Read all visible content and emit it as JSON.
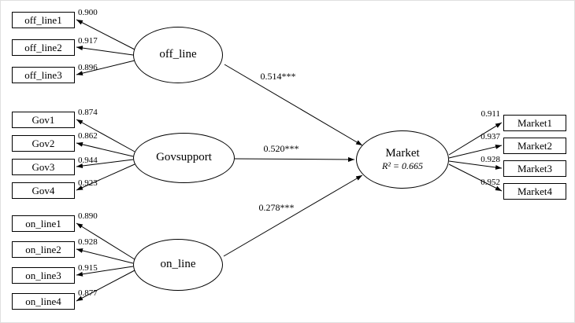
{
  "groups": {
    "off_line": {
      "latent": "off_line",
      "items": [
        {
          "label": "off_line1",
          "loading": "0.900"
        },
        {
          "label": "off_line2",
          "loading": "0.917"
        },
        {
          "label": "off_line3",
          "loading": "0.896"
        }
      ]
    },
    "govsupport": {
      "latent": "Govsupport",
      "items": [
        {
          "label": "Gov1",
          "loading": "0.874"
        },
        {
          "label": "Gov2",
          "loading": "0.862"
        },
        {
          "label": "Gov3",
          "loading": "0.944"
        },
        {
          "label": "Gov4",
          "loading": "0.923"
        }
      ]
    },
    "on_line": {
      "latent": "on_line",
      "items": [
        {
          "label": "on_line1",
          "loading": "0.890"
        },
        {
          "label": "on_line2",
          "loading": "0.928"
        },
        {
          "label": "on_line3",
          "loading": "0.915"
        },
        {
          "label": "on_line4",
          "loading": "0.877"
        }
      ]
    },
    "market": {
      "latent": "Market",
      "r_squared": "R² = 0.665",
      "items": [
        {
          "label": "Market1",
          "loading": "0.911"
        },
        {
          "label": "Market2",
          "loading": "0.937"
        },
        {
          "label": "Market3",
          "loading": "0.928"
        },
        {
          "label": "Market4",
          "loading": "0.952"
        }
      ]
    }
  },
  "paths": [
    {
      "from": "off_line",
      "to": "Market",
      "coef": "0.514***"
    },
    {
      "from": "Govsupport",
      "to": "Market",
      "coef": "0.520***"
    },
    {
      "from": "on_line",
      "to": "Market",
      "coef": "0.278***"
    }
  ]
}
